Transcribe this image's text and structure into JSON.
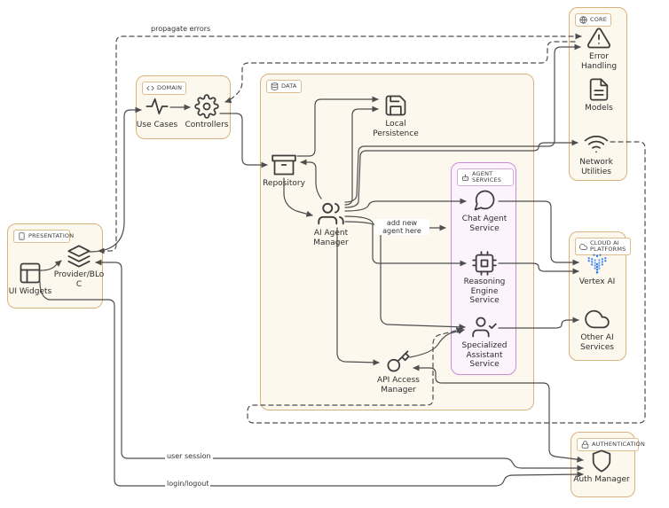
{
  "colors": {
    "container_border": "#d9b37c",
    "container_bg": "#fdf8ee",
    "agent_services_border": "#cb8bd3",
    "agent_services_bg": "#fcf3fd",
    "edge": "#4d4d4d",
    "vertex_blue": "#4285f4"
  },
  "containers": {
    "presentation": {
      "label": "PRESENTATION",
      "icon": "smartphone-icon"
    },
    "domain": {
      "label": "DOMAIN",
      "icon": "code-icon"
    },
    "data": {
      "label": "DATA",
      "icon": "database-icon"
    },
    "agent_services": {
      "label": "AGENT SERVICES",
      "icon": "bot-icon"
    },
    "core": {
      "label": "CORE",
      "icon": "globe-icon"
    },
    "cloud_ai": {
      "label": "CLOUD AI PLATFORMS",
      "icon": "cloud-icon"
    },
    "authentication": {
      "label": "AUTHENTICATION",
      "icon": "lock-icon"
    }
  },
  "nodes": {
    "ui_widgets": {
      "label": "UI Widgets",
      "icon": "layout-icon"
    },
    "provider_bloc": {
      "label": "Provider/BLoC",
      "icon": "layers-icon"
    },
    "use_cases": {
      "label": "Use Cases",
      "icon": "activity-icon"
    },
    "controllers": {
      "label": "Controllers",
      "icon": "gear-icon"
    },
    "repository": {
      "label": "Repository",
      "icon": "archive-icon"
    },
    "local_persistence": {
      "label": "Local Persistence",
      "icon": "save-icon"
    },
    "ai_agent_manager": {
      "label": "AI Agent Manager",
      "icon": "users-icon"
    },
    "chat_agent_service": {
      "label": "Chat Agent Service",
      "icon": "chat-bubble-icon"
    },
    "reasoning_engine_service": {
      "label": "Reasoning Engine Service",
      "icon": "cpu-icon"
    },
    "specialized_assistant_service": {
      "label": "Specialized Assistant Service",
      "icon": "user-check-icon"
    },
    "api_access_manager": {
      "label": "API Access Manager",
      "icon": "key-icon"
    },
    "error_handling": {
      "label": "Error Handling",
      "icon": "alert-triangle-icon"
    },
    "models": {
      "label": "Models",
      "icon": "file-icon"
    },
    "network_utilities": {
      "label": "Network Utilities",
      "icon": "wifi-icon"
    },
    "vertex_ai": {
      "label": "Vertex AI",
      "icon": "vertex-ai-icon"
    },
    "other_ai_services": {
      "label": "Other AI Services",
      "icon": "cloud-icon"
    },
    "auth_manager": {
      "label": "Auth Manager",
      "icon": "shield-icon"
    }
  },
  "annotations": {
    "propagate_errors": "propagate errors",
    "add_new_agent": "add new agent here",
    "user_session": "user session",
    "login_logout": "login/logout"
  },
  "edges": [
    {
      "from": "ui_widgets",
      "to": "provider_bloc",
      "style": "solid"
    },
    {
      "from": "provider_bloc",
      "to": "use_cases",
      "style": "solid"
    },
    {
      "from": "use_cases",
      "to": "controllers",
      "style": "solid"
    },
    {
      "from": "controllers",
      "to": "repository",
      "style": "solid"
    },
    {
      "from": "repository",
      "to": "ai_agent_manager",
      "style": "solid"
    },
    {
      "from": "ai_agent_manager",
      "to": "repository",
      "style": "solid"
    },
    {
      "from": "repository",
      "to": "local_persistence",
      "style": "solid"
    },
    {
      "from": "ai_agent_manager",
      "to": "local_persistence",
      "style": "solid"
    },
    {
      "from": "ai_agent_manager",
      "to": "chat_agent_service",
      "style": "solid"
    },
    {
      "from": "ai_agent_manager",
      "to": "reasoning_engine_service",
      "style": "solid"
    },
    {
      "from": "ai_agent_manager",
      "to": "specialized_assistant_service",
      "style": "solid",
      "label": "add new agent here"
    },
    {
      "from": "ai_agent_manager",
      "to": "api_access_manager",
      "style": "solid"
    },
    {
      "from": "ai_agent_manager",
      "to": "error_handling",
      "style": "solid"
    },
    {
      "from": "ai_agent_manager",
      "to": "network_utilities",
      "style": "solid"
    },
    {
      "from": "api_access_manager",
      "to": "specialized_assistant_service",
      "style": "solid"
    },
    {
      "from": "chat_agent_service",
      "to": "vertex_ai",
      "style": "solid"
    },
    {
      "from": "reasoning_engine_service",
      "to": "vertex_ai",
      "style": "solid"
    },
    {
      "from": "specialized_assistant_service",
      "to": "other_ai_services",
      "style": "solid"
    },
    {
      "from": "api_access_manager",
      "to": "auth_manager",
      "style": "solid",
      "bidirectional": true
    },
    {
      "from": "provider_bloc",
      "to": "auth_manager",
      "style": "solid",
      "bidirectional": true,
      "label": "user session"
    },
    {
      "from": "ui_widgets",
      "to": "auth_manager",
      "style": "solid",
      "label": "login/logout"
    },
    {
      "from": "error_handling",
      "to": "provider_bloc",
      "style": "dashed",
      "label": "propagate errors"
    },
    {
      "from": "error_handling",
      "to": "controllers",
      "style": "dashed"
    },
    {
      "from": "network_utilities",
      "to": "specialized_assistant_service",
      "style": "dashed"
    }
  ]
}
